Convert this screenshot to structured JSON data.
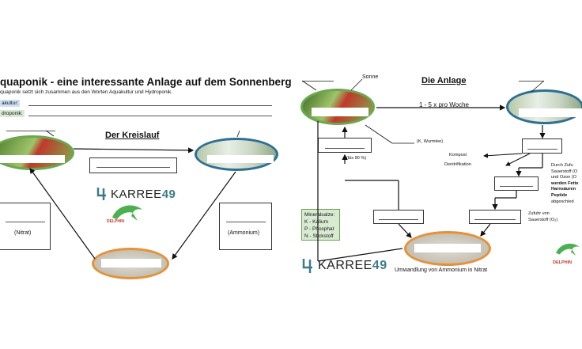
{
  "left": {
    "title": "quaponik - eine interessante Anlage auf dem Sonnenberg",
    "subtitle": "quaponik setzt sich zusammen aus den Worten Aquakultur und Hydroponik.",
    "tag_aquakultur": "akultur:",
    "tag_hydroponik": "droponik:",
    "section_title": "Der Kreislauf",
    "nitrat": "(Nitrat)",
    "ammonium": "(Ammonium)",
    "logo_text_a": "KARREE",
    "logo_text_b": "49",
    "delphin": "DELPHIN"
  },
  "right": {
    "title": "Die Anlage",
    "sonne": "Sonne",
    "frequency": "1 - 5 x pro Woche",
    "kalium_note": "(K, Wurmtee)",
    "bis90": "(bis 90 %)",
    "kompost": "Kompost",
    "denitrifikation": "Denitrifikation",
    "ozone_text": [
      "Durch Zufu",
      "Sauerstoff (O",
      "und Ozon (O",
      "werden Fette",
      "Harnsäuren",
      "Peptide",
      "abgeschied"
    ],
    "zufuhr": [
      "Zufuhr von",
      "Sauerstoff (O₂)"
    ],
    "mineral_title": "Mineralsalze:",
    "mineral_items": [
      "K - Kalium",
      "P - Phosphat",
      "N - Stickstoff"
    ],
    "umwandlung": "Umwandlung von Ammonium in Nitrat",
    "logo_text_a": "KARREE",
    "logo_text_b": "49",
    "delphin": "DELPHIN"
  },
  "colors": {
    "green": "#6aa84f",
    "blue": "#2e6f95",
    "orange": "#e69138",
    "tag_blue": "#cfe2f3",
    "tag_green": "#d9ead3",
    "mineral_green": "#d9ead3",
    "logo_teal": "#3d7b8a",
    "delphin_green": "#4caf50"
  }
}
